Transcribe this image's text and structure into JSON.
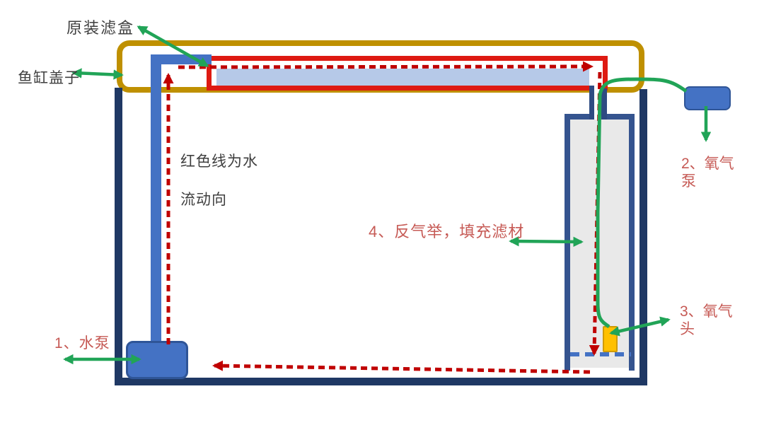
{
  "diagram": {
    "labels": {
      "filter_box": "原装滤盒",
      "tank_lid": "鱼缸盖子",
      "flow_note_line1": "红色线为水",
      "flow_note_line2": "流动向",
      "water_pump": "1、水泵",
      "oxygen_pump": "2、氧气泵",
      "oxygen_head": "3、氧气头",
      "airlift": "4、反气举，填充滤材"
    },
    "colors": {
      "tank_wall": "#1F3864",
      "airlift_column_wall": "#35548F",
      "pipe_blue": "#4472C4",
      "pipe_border": "#2F5597",
      "lid_gold": "#BF9000",
      "filter_box_red": "#DE1A12",
      "water_fill_light_blue": "#B6C9E8",
      "airlift_column_fill": "#E9E9E9",
      "flow_dash_red": "#C00000",
      "arrow_green": "#21A457",
      "oxygen_head_fill": "#FFC000",
      "label_red": "#C65A55",
      "label_dark": "#3F3F3F"
    }
  }
}
